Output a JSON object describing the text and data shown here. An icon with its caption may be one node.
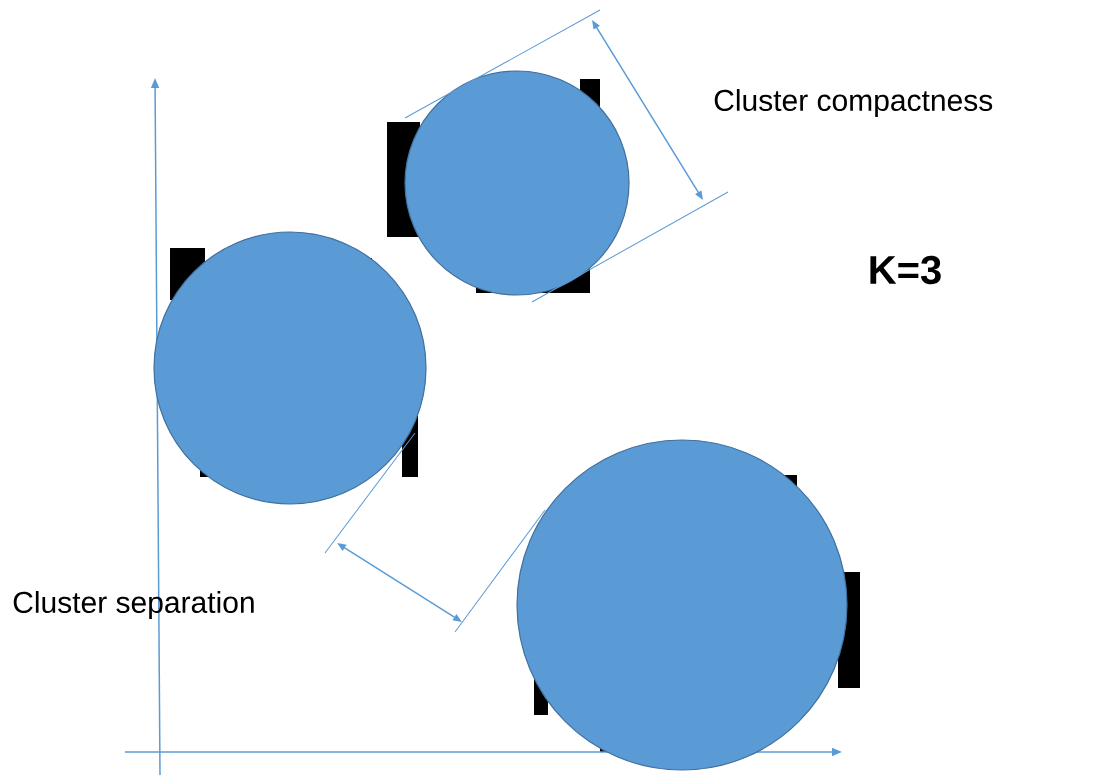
{
  "diagram": {
    "nodes": [
      {
        "text": [],
        "shape": "circle"
      },
      {
        "text": [],
        "shape": "circle"
      },
      {
        "text": [],
        "shape": "circle"
      }
    ],
    "labels": [
      "Cluster compactness",
      "K=3",
      "Cluster separation"
    ]
  }
}
